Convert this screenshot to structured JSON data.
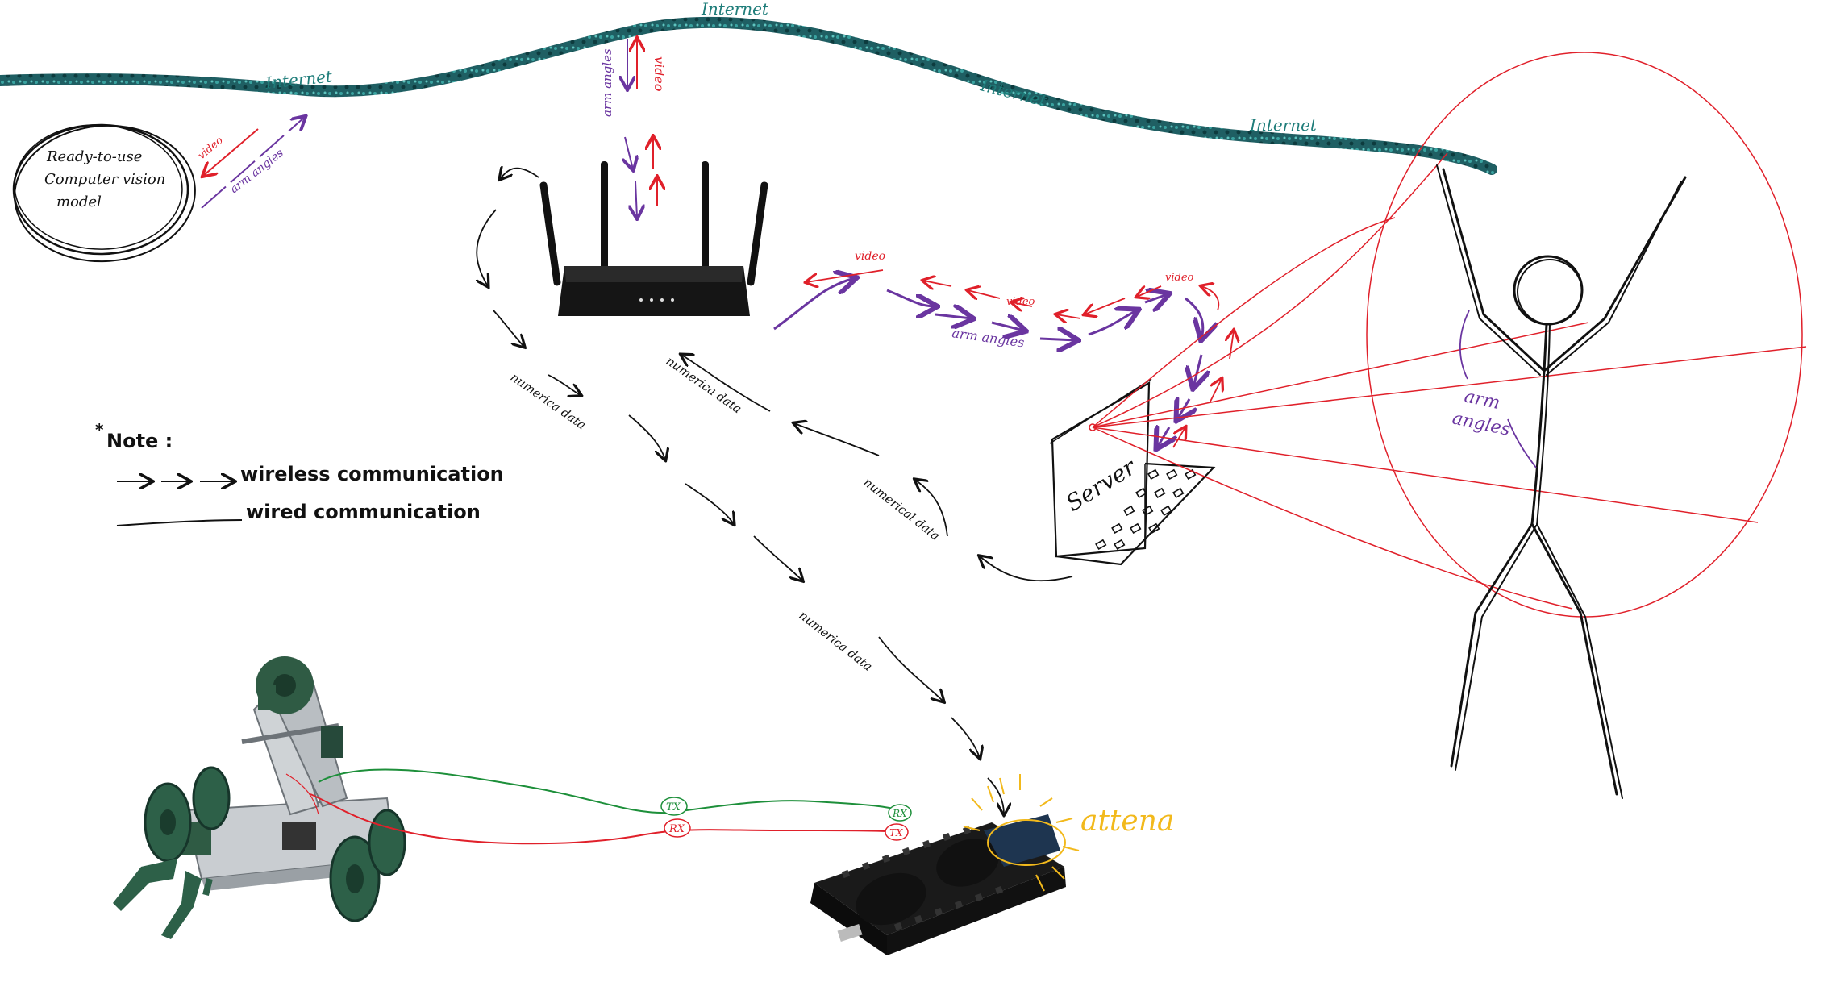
{
  "internet": {
    "labels": [
      "Internet",
      "Internet",
      "Internet",
      "Internet"
    ],
    "color": "#1f7d7a"
  },
  "cv_model": {
    "lines": [
      "Ready-to-use",
      "Computer vision",
      "model"
    ],
    "video_label": "video",
    "arm_label": "arm angles"
  },
  "router": {
    "video_label": "video",
    "arm_label": "arm angles"
  },
  "wireless_path": {
    "video_labels": [
      "video",
      "video",
      "video"
    ],
    "arm_label": "arm angles"
  },
  "server": {
    "label": "Server"
  },
  "person": {
    "arm_label_1": "arm",
    "arm_label_2": "angles"
  },
  "data_flow": {
    "label_router_down": "numerica data",
    "label_router_up": "numerica data",
    "label_server_up": "numerical data",
    "label_to_board": "numerica data"
  },
  "legend": {
    "title": "Note :",
    "star": "*",
    "wireless": "wireless communication",
    "wired": "wired communication"
  },
  "wiring": {
    "tx_left": "TX",
    "rx_left": "RX",
    "rx_right": "RX",
    "tx_right": "TX"
  },
  "board": {
    "antenna_label": "attena"
  },
  "colors": {
    "red": "#e0202a",
    "purple": "#6a35a0",
    "green": "#1d8f3a",
    "black": "#111111",
    "yellow": "#f2b91c",
    "teal": "#1f5f63"
  }
}
